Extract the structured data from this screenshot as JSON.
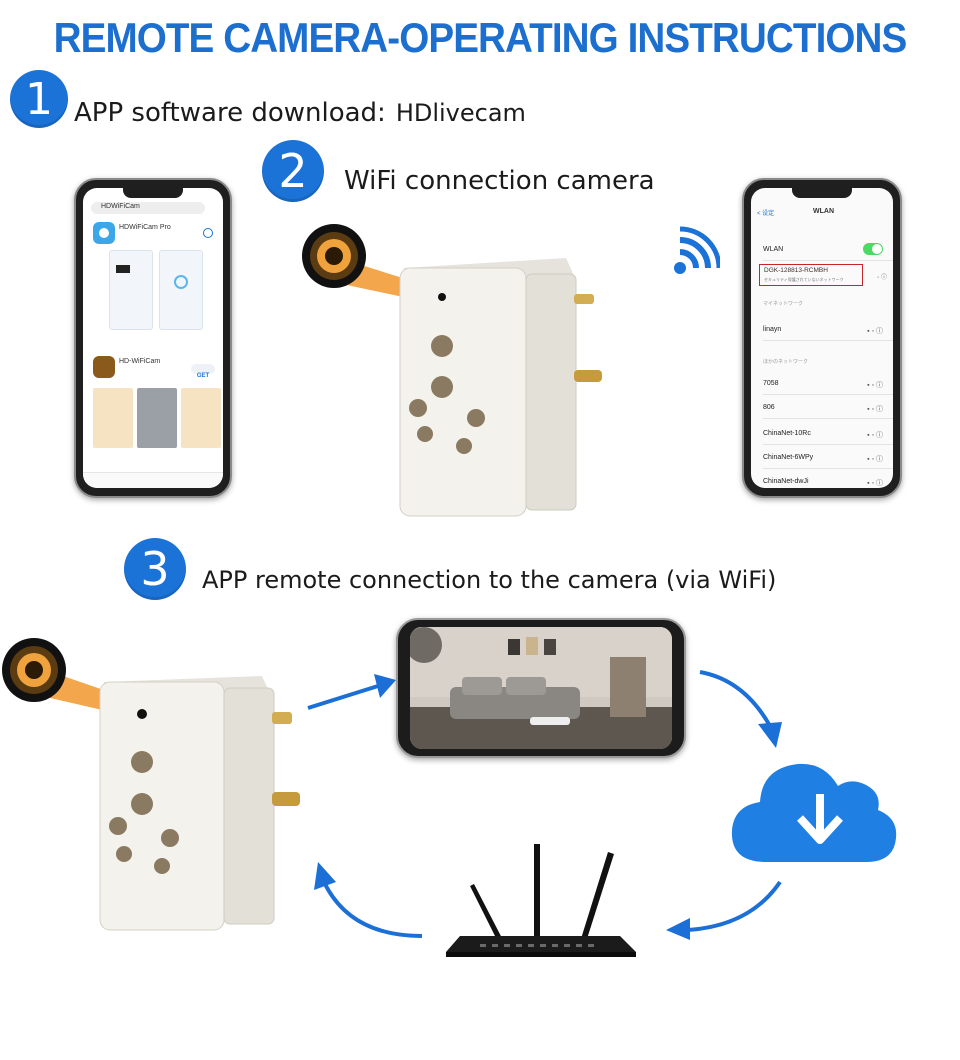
{
  "title": "REMOTE CAMERA-OPERATING INSTRUCTIONS",
  "steps": {
    "s1": {
      "number": "1",
      "text": "APP software download:",
      "app_name": "HDlivecam"
    },
    "s2": {
      "number": "2",
      "text": "WiFi connection camera"
    },
    "s3": {
      "number": "3",
      "text": "APP remote connection to the camera (via WiFi)"
    }
  },
  "appstore_phone": {
    "search_text": "HDWiFiCam",
    "app1_name": "HDWiFiCam Pro",
    "app2_name": "HD-WiFiCam",
    "get_label": "GET"
  },
  "wlan_phone": {
    "header": "WLAN",
    "back_label": "< 设定",
    "wlan_label": "WLAN",
    "connected_network": "DGK-128813-RCMBH",
    "connected_note": "セキュリティ保護されていないネットワーク",
    "my_networks_label": "マイネットワーク",
    "my_network": "linayn",
    "other_networks_label": "ほかのネットワーク",
    "networks": [
      "7058",
      "806",
      "ChinaNet-10Rc",
      "ChinaNet-6WPy",
      "ChinaNet-dwJi"
    ]
  },
  "colors": {
    "accent": "#1b73d8",
    "title": "#1c6fcf",
    "arrow": "#1b6fd6",
    "cloud": "#1f7fe3",
    "plug": "#f3f1ec"
  },
  "icons": [
    "wifi-icon",
    "camera-lens-icon",
    "cloud-download-icon",
    "router-icon",
    "arrow-icon"
  ]
}
